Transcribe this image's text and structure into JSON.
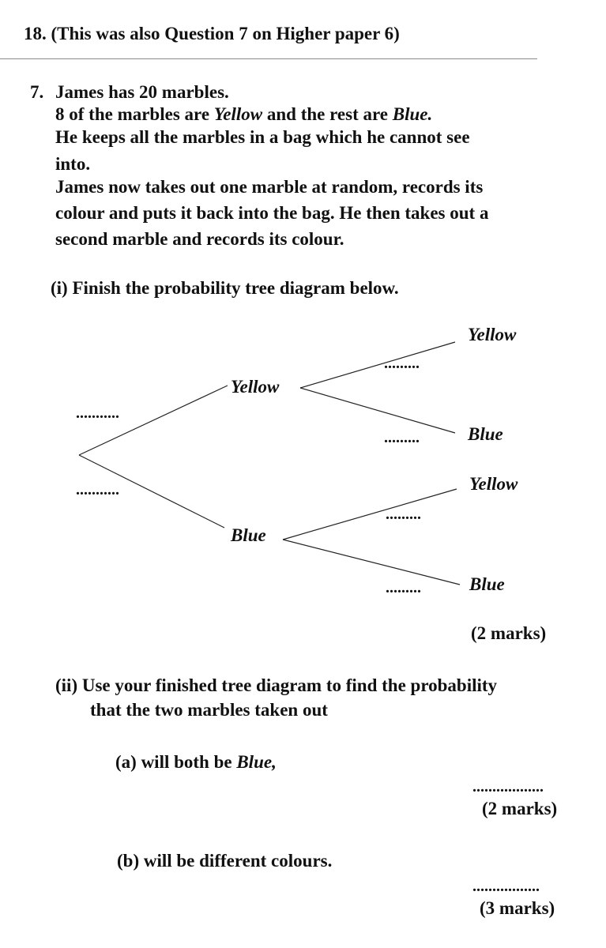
{
  "header": "18. (This was also Question 7 on Higher paper 6)",
  "question": {
    "number": "7.",
    "lines": {
      "l1": "James has 20 marbles.",
      "l2_a": "8 of the marbles are ",
      "l2_b": "Yellow",
      "l2_c": " and the rest are ",
      "l2_d": "Blue.",
      "l3": "He keeps all the marbles in a bag which he cannot see",
      "l4": "into.",
      "l5": "James now takes out one marble at random, records its",
      "l6": "colour and puts it back into the bag. He then takes out a",
      "l7": "second marble and records its colour."
    }
  },
  "part_i": {
    "text": "(i) Finish the probability tree diagram below.",
    "marks": "(2 marks)"
  },
  "tree": {
    "first_yellow": "Yellow",
    "first_blue": "Blue",
    "yy": "Yellow",
    "yb": "Blue",
    "by": "Yellow",
    "bb": "Blue",
    "blank_long": "...........",
    "blank_short": "........."
  },
  "part_ii": {
    "line1": "(ii) Use your finished tree diagram to find the probability",
    "line2": "that the two marbles taken out",
    "a_text": "(a) will both be ",
    "a_italic": "Blue,",
    "a_answer": "..................",
    "a_marks": "(2 marks)",
    "b_text": "(b) will be different colours.",
    "b_answer": ".................",
    "b_marks": "(3 marks)"
  }
}
